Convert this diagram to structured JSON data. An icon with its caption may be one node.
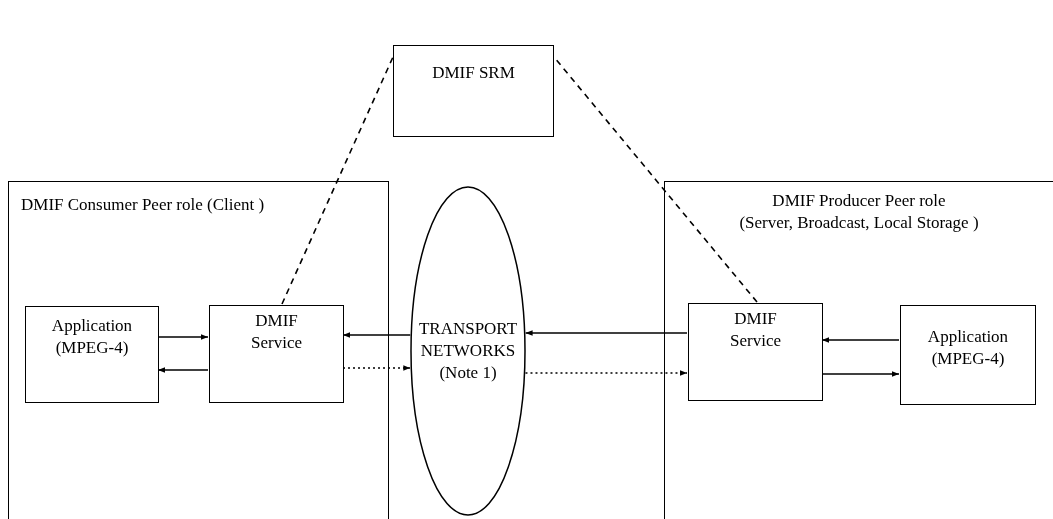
{
  "diagram": {
    "nodes": [
      {
        "text": [
          "DMIF SRM"
        ]
      },
      {
        "text": [
          "DMIF Consumer Peer role (Client )"
        ]
      },
      {
        "text": [
          "Application (MPEG-4)"
        ],
        "in": 1
      },
      {
        "text": [
          "DMIF Service"
        ],
        "in": 1
      },
      {
        "text": [
          "TRANSPORT NETWORKS (Note 1)"
        ]
      },
      {
        "text": [
          "DMIF Producer Peer role",
          "(Server, Broadcast, Local Storage )"
        ]
      },
      {
        "text": [
          "DMIF Service"
        ],
        "in": 5
      },
      {
        "text": [
          "Application (MPEG-4)"
        ],
        "in": 5
      }
    ],
    "edges": [
      {
        "from": 3,
        "to": 0,
        "arrow": "none",
        "style": "dashed"
      },
      {
        "from": 6,
        "to": 0,
        "arrow": "none",
        "style": "dashed"
      },
      {
        "from": 2,
        "to": 3,
        "arrow": "to"
      },
      {
        "from": 3,
        "to": 2,
        "arrow": "to"
      },
      {
        "from": 4,
        "to": 3,
        "arrow": "to"
      },
      {
        "from": 3,
        "to": 4,
        "arrow": "to",
        "style": "dashed"
      },
      {
        "from": 6,
        "to": 4,
        "arrow": "to"
      },
      {
        "from": 4,
        "to": 6,
        "arrow": "to",
        "style": "dashed"
      },
      {
        "from": 7,
        "to": 6,
        "arrow": "to"
      },
      {
        "from": 6,
        "to": 7,
        "arrow": "to"
      }
    ]
  }
}
